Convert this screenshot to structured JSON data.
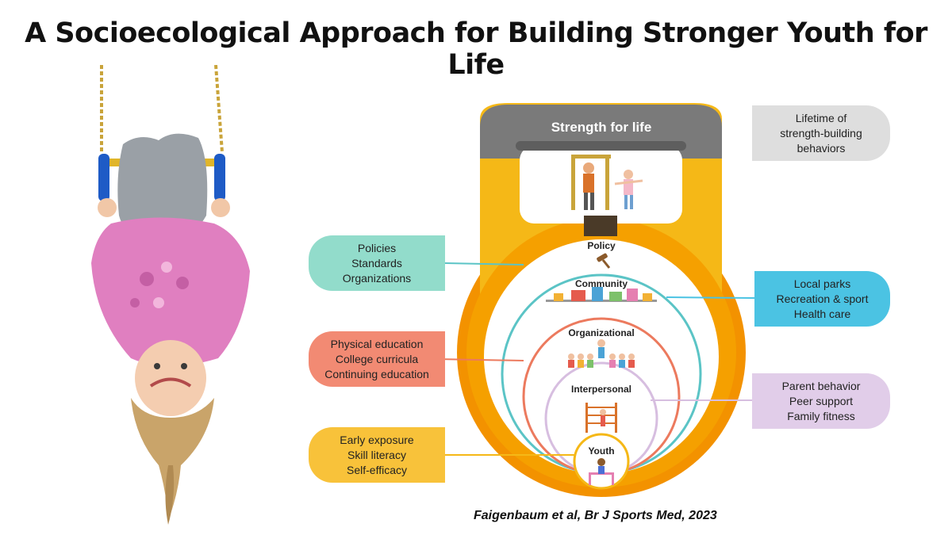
{
  "title": "A Socioecological Approach for Building Stronger Youth for Life",
  "diagram": {
    "handle_label": "Strength for life",
    "rings": {
      "policy": "Policy",
      "community": "Community",
      "organizational": "Organizational",
      "interpersonal": "Interpersonal",
      "youth": "Youth"
    },
    "boxes": {
      "lifetime": [
        "Lifetime of",
        "strength-building",
        "behaviors"
      ],
      "policy": [
        "Policies",
        "Standards",
        "Organizations"
      ],
      "community": [
        "Local parks",
        "Recreation & sport",
        "Health care"
      ],
      "organizational": [
        "Physical education",
        "College curricula",
        "Continuing education"
      ],
      "interpersonal": [
        "Parent behavior",
        "Peer support",
        "Family fitness"
      ],
      "youth": [
        "Early exposure",
        "Skill literacy",
        "Self-efficacy"
      ]
    },
    "colors": {
      "orange": "#F39200",
      "yellow": "#F5B817",
      "gray": "#7A7A7A",
      "teal": "#5BC4C6",
      "salmon": "#EC7A5E",
      "lavender": "#D7BEE0",
      "box_teal": "#92DCCB",
      "box_blue": "#4BC3E3",
      "box_salmon": "#F28A73",
      "box_lavender": "#E1CDE9",
      "box_yellow": "#F8C23A",
      "box_gray": "#DEDEDE"
    }
  },
  "citation": "Faigenbaum et al, Br J Sports Med, 2023"
}
